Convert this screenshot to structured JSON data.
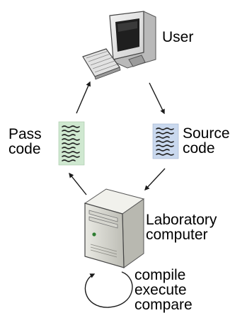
{
  "labels": {
    "user": "User",
    "pass_line1": "Pass",
    "pass_line2": "code",
    "source_line1": "Source",
    "source_line2": "code",
    "lab_line1": "Laboratory",
    "lab_line2": "computer",
    "action_line1": "compile",
    "action_line2": "execute",
    "action_line3": "compare"
  },
  "colors": {
    "pass_doc": "#cfe8d0",
    "source_doc": "#c9d8ee",
    "arrow": "#1a1a1a"
  }
}
